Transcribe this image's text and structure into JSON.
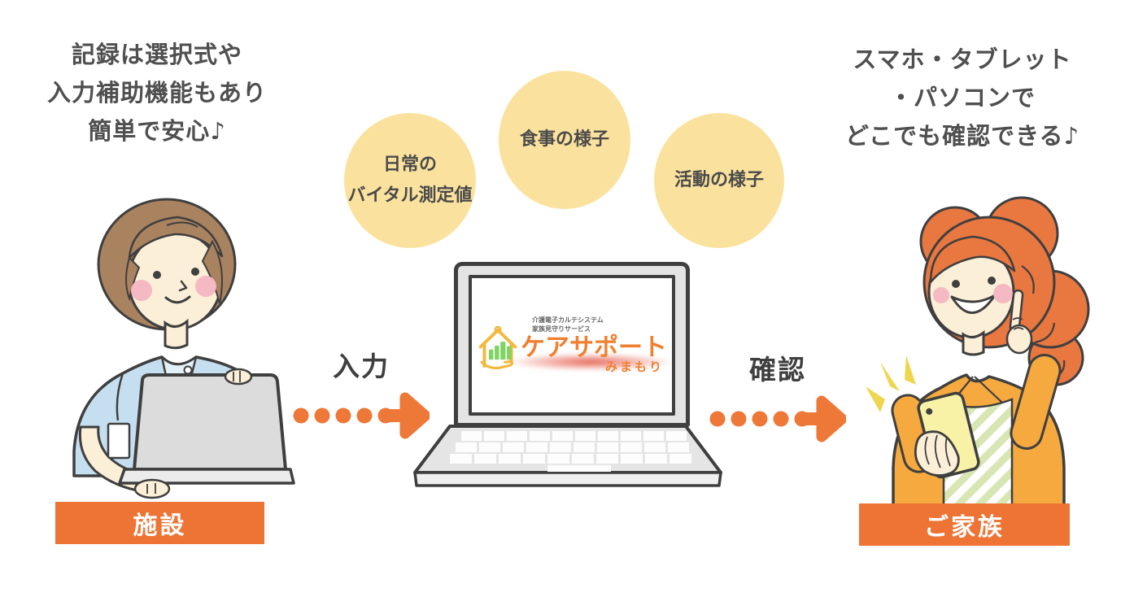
{
  "palette": {
    "accent_orange": "#EE7838",
    "label_orange": "#ED7434",
    "bubble_yellow": "#FAE29E",
    "text_gray": "#4F4F4F",
    "outline_dark": "#3F3F3F",
    "logo_orange": "#F08030",
    "logo_house_yellow": "#F3B83D",
    "logo_bar_green": "#7FD463",
    "scrub_blue": "#C6DFF0",
    "caregiver_hair_brown": "#A9825F",
    "family_hair_orange": "#E97740",
    "sweater_orange": "#F5A93E",
    "apron_green": "#D8E6B4",
    "phone_yellow": "#F8F2A6",
    "skin": "#FCEFD8",
    "blush": "#F5B9C3"
  },
  "left_caption": {
    "lines": [
      "記録は選択式や",
      "入力補助機能もあり",
      "簡単で安心♪"
    ]
  },
  "right_caption": {
    "lines": [
      "スマホ・タブレット",
      "・パソコンで",
      "どこでも確認できる♪"
    ]
  },
  "bubbles": {
    "vitals": {
      "line1": "日常の",
      "line2": "バイタル測定値"
    },
    "meals": {
      "line1": "食事の様子"
    },
    "activity": {
      "line1": "活動の様子"
    }
  },
  "laptop_logo": {
    "small_line1": "介護電子カルテシステム",
    "small_line2": "家族見守りサービス",
    "main": "ケアサポート",
    "sub": "みまもり"
  },
  "flow": {
    "input_label": "入力",
    "confirm_label": "確認"
  },
  "actors": {
    "facility": "施設",
    "family": "ご家族"
  }
}
